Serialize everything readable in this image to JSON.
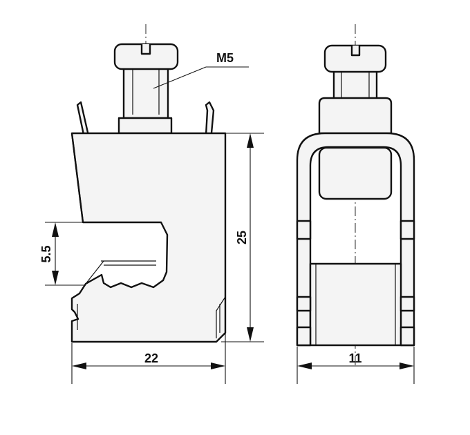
{
  "labels": {
    "thread": "M5",
    "height": "25",
    "slot": "5.5",
    "width_side": "22",
    "width_front": "11"
  }
}
